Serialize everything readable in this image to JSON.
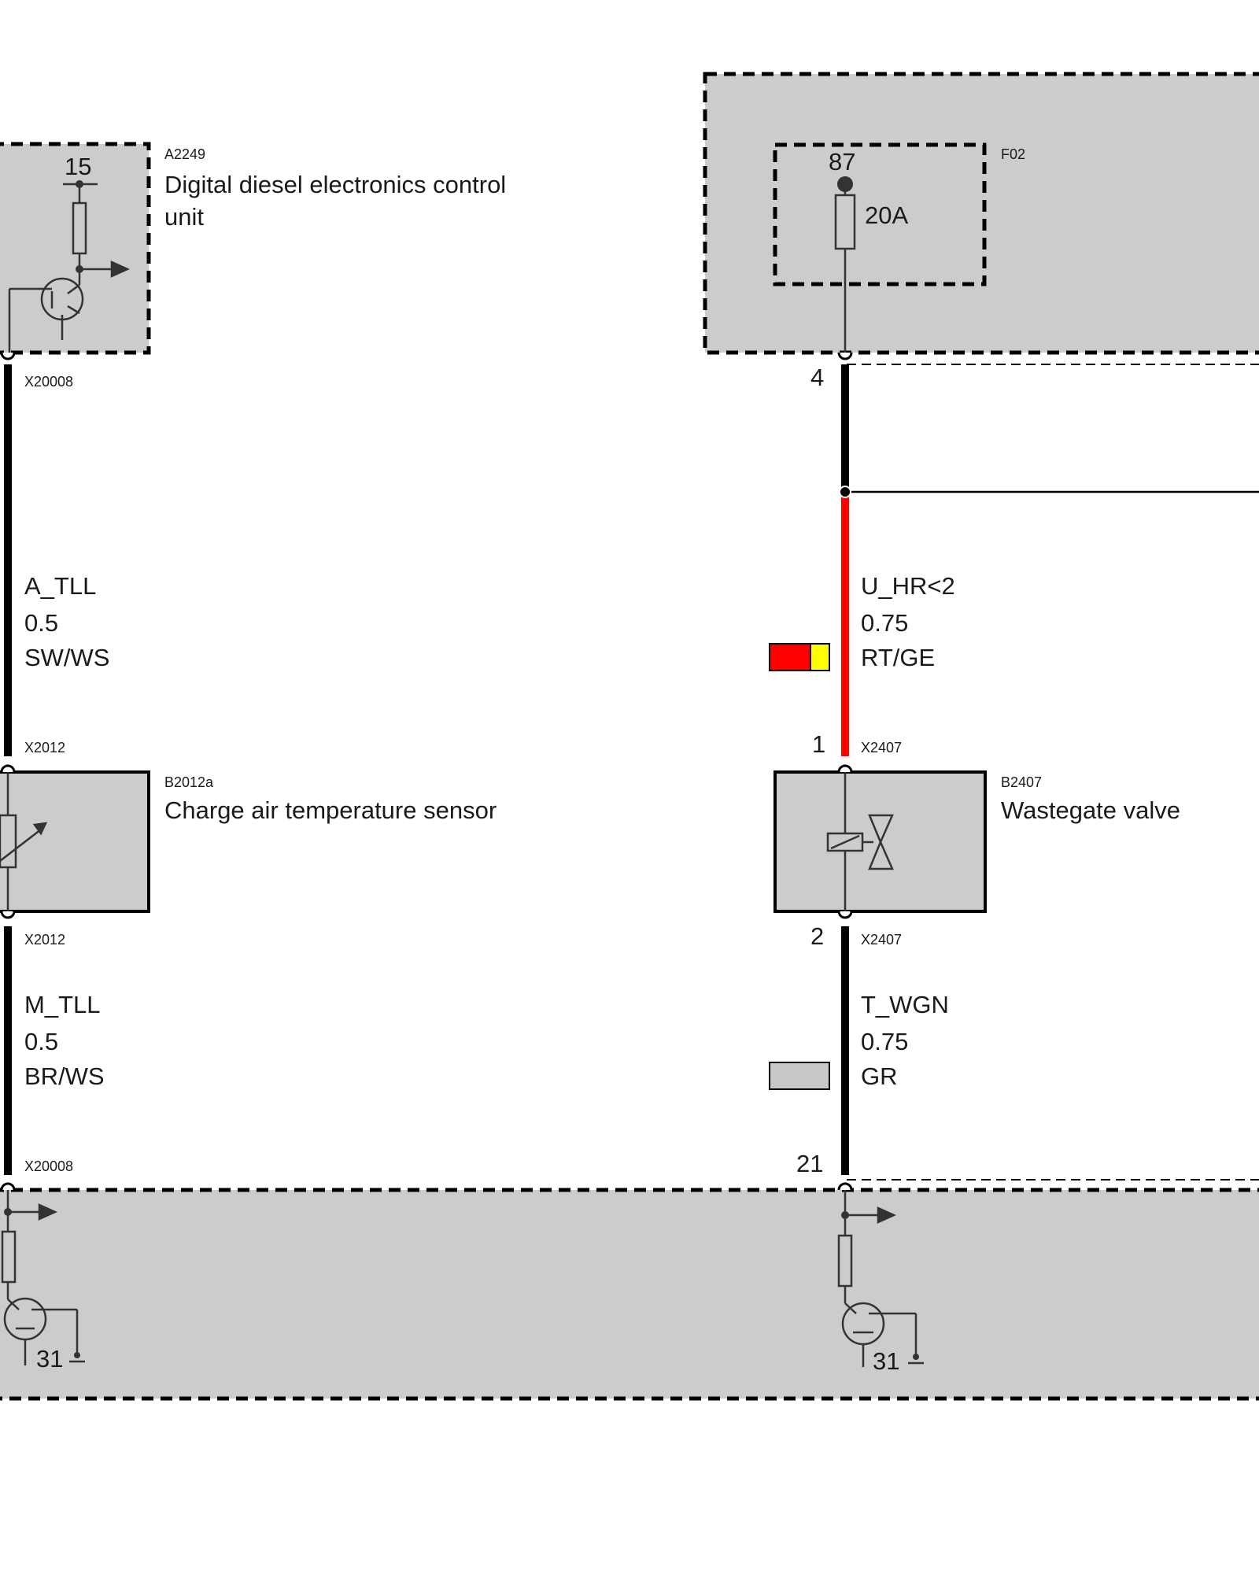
{
  "components": {
    "a2249": {
      "id": "A2249",
      "name_line1": "Digital diesel electronics control",
      "name_line2": "unit",
      "terminal": "15"
    },
    "f02": {
      "id": "F02",
      "terminal": "87",
      "fuse_rating": "20A",
      "pin": "4"
    },
    "b2012a": {
      "id": "B2012a",
      "name": "Charge air temperature sensor"
    },
    "b2407": {
      "id": "B2407",
      "name": "Wastegate valve"
    },
    "bottom_unit": {
      "ground_left": "31",
      "ground_right": "31",
      "pin_right": "21"
    }
  },
  "connectors": {
    "x20008_top": "X20008",
    "x20008_bottom": "X20008",
    "x2012_top": "X2012",
    "x2012_bottom": "X2012",
    "x2407_top": "X2407",
    "x2407_bottom": "X2407",
    "x2407_pin_top": "1",
    "x2407_pin_bottom": "2"
  },
  "wires": [
    {
      "signal": "A_TLL",
      "gauge": "0.5",
      "color_code": "SW/WS",
      "colors": [
        "#000000"
      ]
    },
    {
      "signal": "M_TLL",
      "gauge": "0.5",
      "color_code": "BR/WS",
      "colors": [
        "#000000"
      ]
    },
    {
      "signal": "U_HR<2",
      "gauge": "0.75",
      "color_code": "RT/GE",
      "colors": [
        "#ff0000",
        "#ffff00"
      ]
    },
    {
      "signal": "T_WGN",
      "gauge": "0.75",
      "color_code": "GR",
      "colors": [
        "#c8c8c8"
      ]
    }
  ],
  "palette": {
    "module_fill": "#cccccc",
    "wire": "#000000",
    "wire_red": "#ff0000",
    "swatch_yellow": "#ffff00",
    "swatch_gray": "#c8c8c8"
  }
}
